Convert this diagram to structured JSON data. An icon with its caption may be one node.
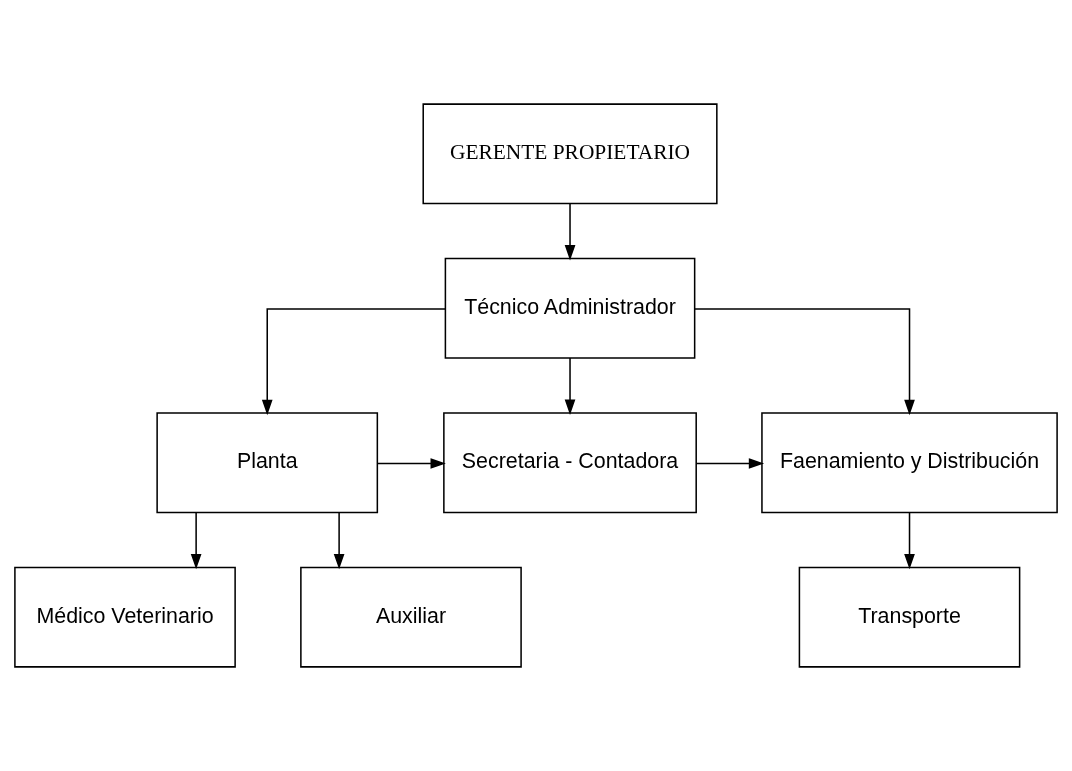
{
  "diagram": {
    "nodes": [
      {
        "text": [
          "GERENTE PROPIETARIO"
        ]
      },
      {
        "text": [
          "Técnico Administrador"
        ]
      },
      {
        "text": [
          "Planta"
        ]
      },
      {
        "text": [
          "Secretaria - Contadora"
        ]
      },
      {
        "text": [
          "Faenamiento y Distribución"
        ]
      },
      {
        "text": [
          "Médico Veterinario"
        ]
      },
      {
        "text": [
          "Auxiliar"
        ]
      },
      {
        "text": [
          "Transporte"
        ]
      }
    ],
    "edges": [
      {
        "from": 0,
        "to": 1,
        "arrow": "to"
      },
      {
        "from": 1,
        "to": 2,
        "arrow": "to"
      },
      {
        "from": 1,
        "to": 3,
        "arrow": "to"
      },
      {
        "from": 1,
        "to": 4,
        "arrow": "to"
      },
      {
        "from": 2,
        "to": 3,
        "arrow": "to"
      },
      {
        "from": 3,
        "to": 4,
        "arrow": "to"
      },
      {
        "from": 2,
        "to": 5,
        "arrow": "to"
      },
      {
        "from": 2,
        "to": 6,
        "arrow": "to"
      },
      {
        "from": 4,
        "to": 7,
        "arrow": "to"
      }
    ]
  }
}
